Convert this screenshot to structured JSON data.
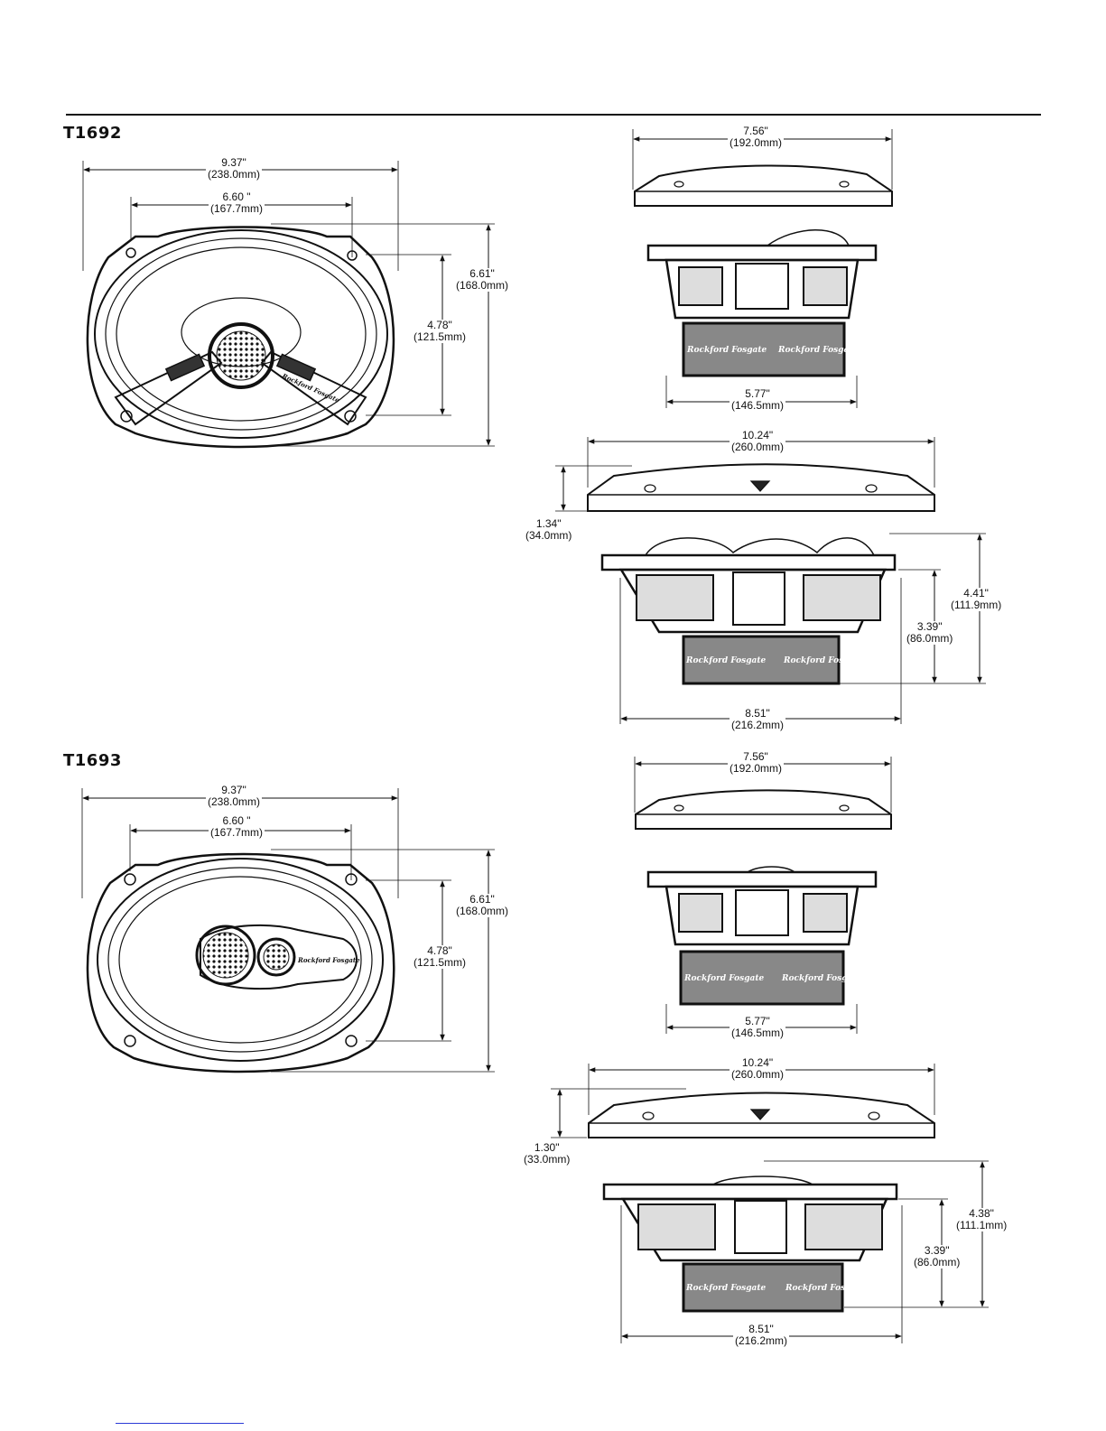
{
  "models": [
    {
      "name": "T1692",
      "dims": {
        "front_width": {
          "in": "9.37\"",
          "mm": "(238.0mm)"
        },
        "front_hole_width": {
          "in": "6.60 \"",
          "mm": "(167.7mm)"
        },
        "front_height": {
          "in": "6.61\"",
          "mm": "(168.0mm)"
        },
        "front_hole_height": {
          "in": "4.78\"",
          "mm": "(121.5mm)"
        },
        "short_side_grille_width": {
          "in": "7.56\"",
          "mm": "(192.0mm)"
        },
        "short_side_basket_width": {
          "in": "5.77\"",
          "mm": "(146.5mm)"
        },
        "long_side_grille_width": {
          "in": "10.24\"",
          "mm": "(260.0mm)"
        },
        "grille_height": {
          "in": "1.34\"",
          "mm": "(34.0mm)"
        },
        "long_side_basket_width": {
          "in": "8.51\"",
          "mm": "(216.2mm)"
        },
        "total_depth": {
          "in": "4.41\"",
          "mm": "(111.9mm)"
        },
        "mount_depth": {
          "in": "3.39\"",
          "mm": "(86.0mm)"
        }
      }
    },
    {
      "name": "T1693",
      "dims": {
        "front_width": {
          "in": "9.37\"",
          "mm": "(238.0mm)"
        },
        "front_hole_width": {
          "in": "6.60 \"",
          "mm": "(167.7mm)"
        },
        "front_height": {
          "in": "6.61\"",
          "mm": "(168.0mm)"
        },
        "front_hole_height": {
          "in": "4.78\"",
          "mm": "(121.5mm)"
        },
        "short_side_grille_width": {
          "in": "7.56\"",
          "mm": "(192.0mm)"
        },
        "short_side_basket_width": {
          "in": "5.77\"",
          "mm": "(146.5mm)"
        },
        "long_side_grille_width": {
          "in": "10.24\"",
          "mm": "(260.0mm)"
        },
        "grille_height": {
          "in": "1.30\"",
          "mm": "(33.0mm)"
        },
        "long_side_basket_width": {
          "in": "8.51\"",
          "mm": "(216.2mm)"
        },
        "total_depth": {
          "in": "4.38\"",
          "mm": "(111.1mm)"
        },
        "mount_depth": {
          "in": "3.39\"",
          "mm": "(86.0mm)"
        }
      }
    }
  ],
  "logo_text": "Rockford Fosgate"
}
